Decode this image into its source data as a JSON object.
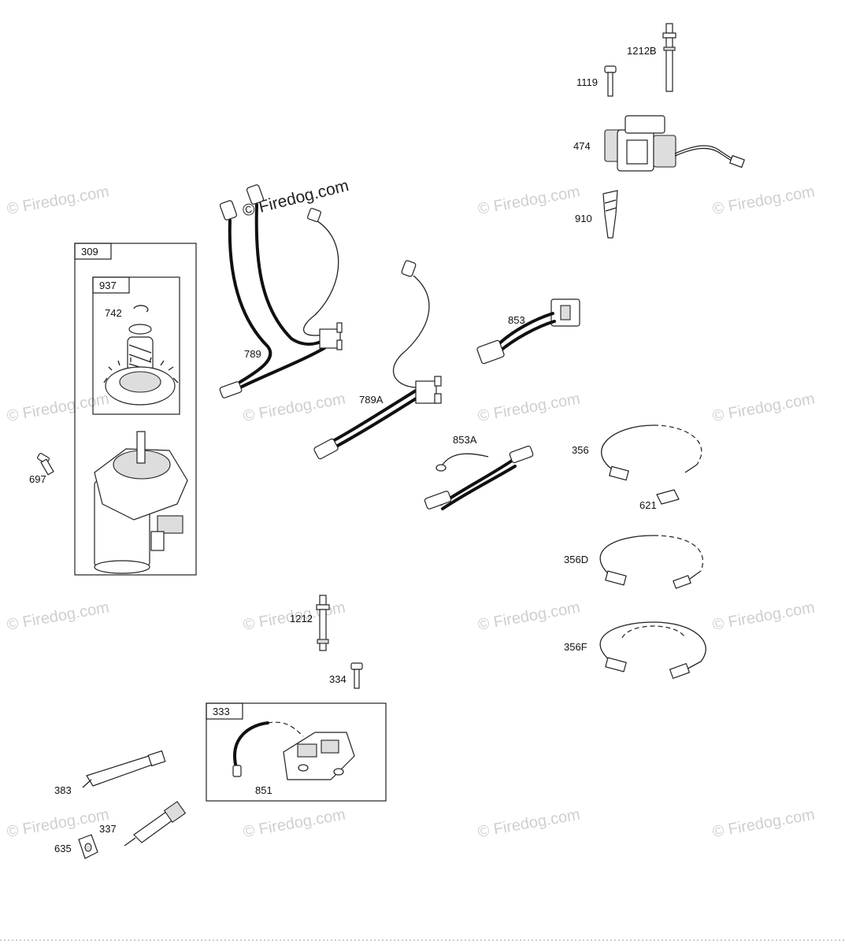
{
  "watermark": "© Firedog.com",
  "labels": {
    "p1212B": "1212B",
    "p1119": "1119",
    "p474": "474",
    "p910": "910",
    "p309": "309",
    "p937": "937",
    "p742": "742",
    "p697": "697",
    "p789": "789",
    "p789A": "789A",
    "p853": "853",
    "p853A": "853A",
    "p356": "356",
    "p621": "621",
    "p356D": "356D",
    "p356F": "356F",
    "p1212": "1212",
    "p334": "334",
    "p333": "333",
    "p851": "851",
    "p383": "383",
    "p337": "337",
    "p635": "635"
  }
}
